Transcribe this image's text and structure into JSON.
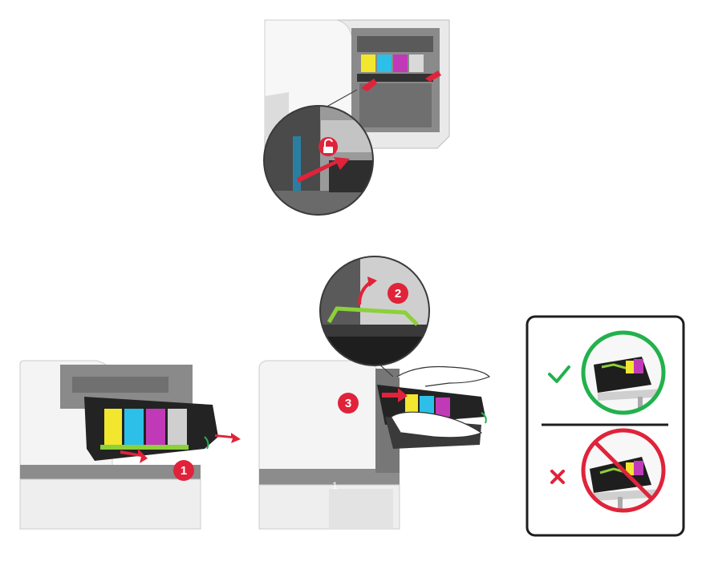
{
  "figure": {
    "steps": [
      {
        "number": "1"
      },
      {
        "number": "2"
      },
      {
        "number": "3"
      }
    ],
    "tray_label": "1",
    "do_panel": {
      "icon": "checkmark-icon",
      "color": "#22b14c"
    },
    "dont_panel": {
      "icon": "cross-icon",
      "color": "#e0233a"
    },
    "colors": {
      "accent_red": "#e0233a",
      "correct_green": "#22b14c",
      "toner_yellow": "#f2e62e",
      "toner_cyan": "#2cc0e8",
      "toner_magenta": "#c03ab8",
      "printer_body": "#f2f2f2",
      "printer_dark": "#3a3a3a"
    }
  }
}
